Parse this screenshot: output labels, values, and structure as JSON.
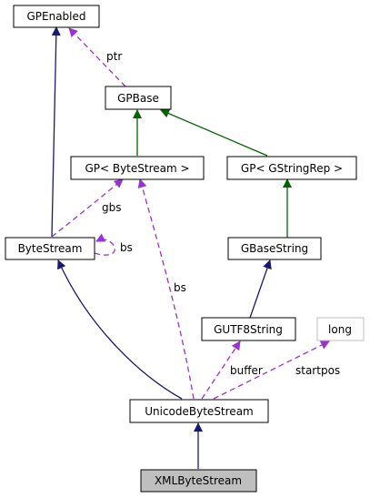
{
  "nodes": {
    "gpenabled": "GPEnabled",
    "gpbase": "GPBase",
    "gp_bytestream": "GP< ByteStream >",
    "gp_gstringrep": "GP< GStringRep >",
    "bytestream": "ByteStream",
    "gbasestring": "GBaseString",
    "gutf8string": "GUTF8String",
    "long": "long",
    "unicodebytestream": "UnicodeByteStream",
    "xmlbytestream": "XMLByteStream"
  },
  "edge_labels": {
    "ptr": "ptr",
    "gbs": "gbs",
    "bs_self": "bs",
    "bs": "bs",
    "buffer": "buffer",
    "startpos": "startpos"
  },
  "colors": {
    "inheritance_public": "#191970",
    "inheritance_template": "#006400",
    "usage": "#9a32cd",
    "highlight_fill": "#bfbfbf"
  }
}
